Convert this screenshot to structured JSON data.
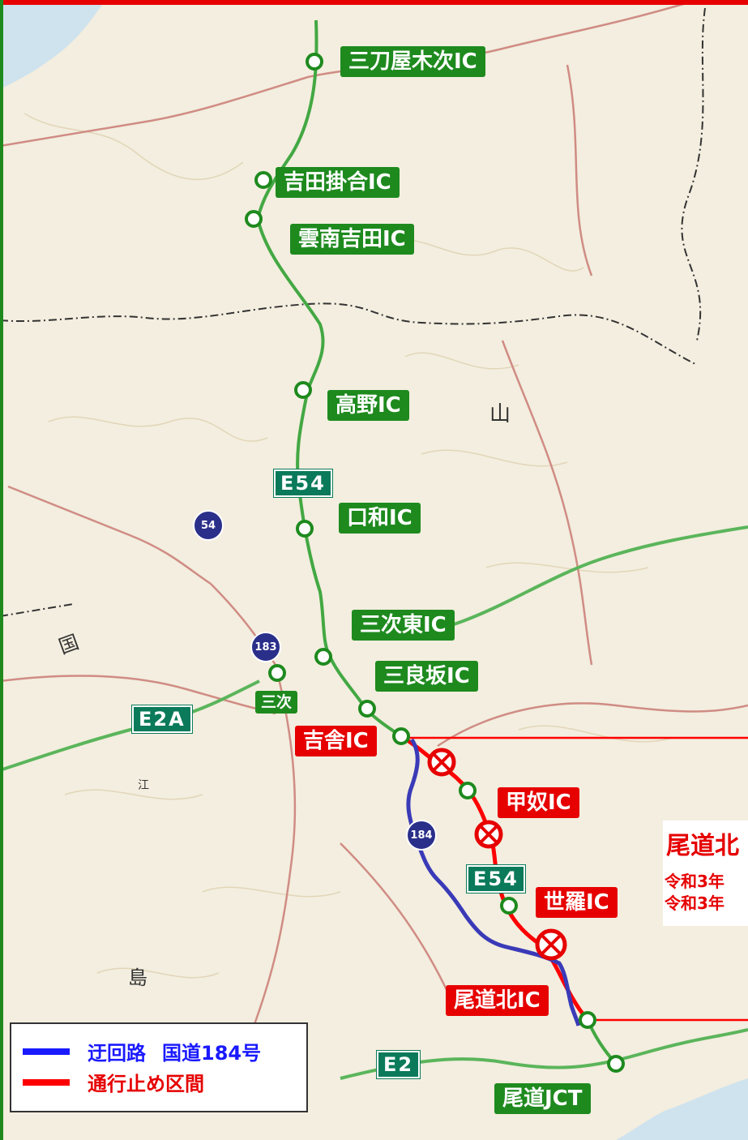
{
  "map": {
    "ic_labels": {
      "mitoyakiji": "三刀屋木次IC",
      "yoshidakakeai": "吉田掛合IC",
      "unnanyoshida": "雲南吉田IC",
      "takano": "高野IC",
      "kuchiwa": "口和IC",
      "miyoshihigashi": "三次東IC",
      "mirasaka": "三良坂IC",
      "miyoshi": "三次",
      "kisa": "吉舎IC",
      "konu": "甲奴IC",
      "sera": "世羅IC",
      "onomichikita": "尾道北IC",
      "onomichi_jct": "尾道JCT"
    },
    "expressway_shields": {
      "e54_upper": "E54",
      "e54_lower": "E54",
      "e2a": "E2A",
      "e2": "E2"
    },
    "route_shields": {
      "r54": "54",
      "r183": "183",
      "r184": "184"
    },
    "closure_note": {
      "title": "尾道北",
      "line1": "令和3年",
      "line2": "令和3年"
    },
    "map_place_labels": {
      "yama": "山",
      "kuni": "国",
      "shima": "島",
      "e": "江"
    },
    "legend": {
      "detour_label": "迂回路",
      "detour_route": "国道184号",
      "closure_label": "通行止め区間",
      "detour_color": "#1a1aff",
      "closure_color": "#ff0000"
    },
    "colors": {
      "expressway": "#43a843",
      "ic_box_green": "#1e8a1e",
      "ic_box_red": "#e60000",
      "detour": "#3a3ab8"
    }
  }
}
